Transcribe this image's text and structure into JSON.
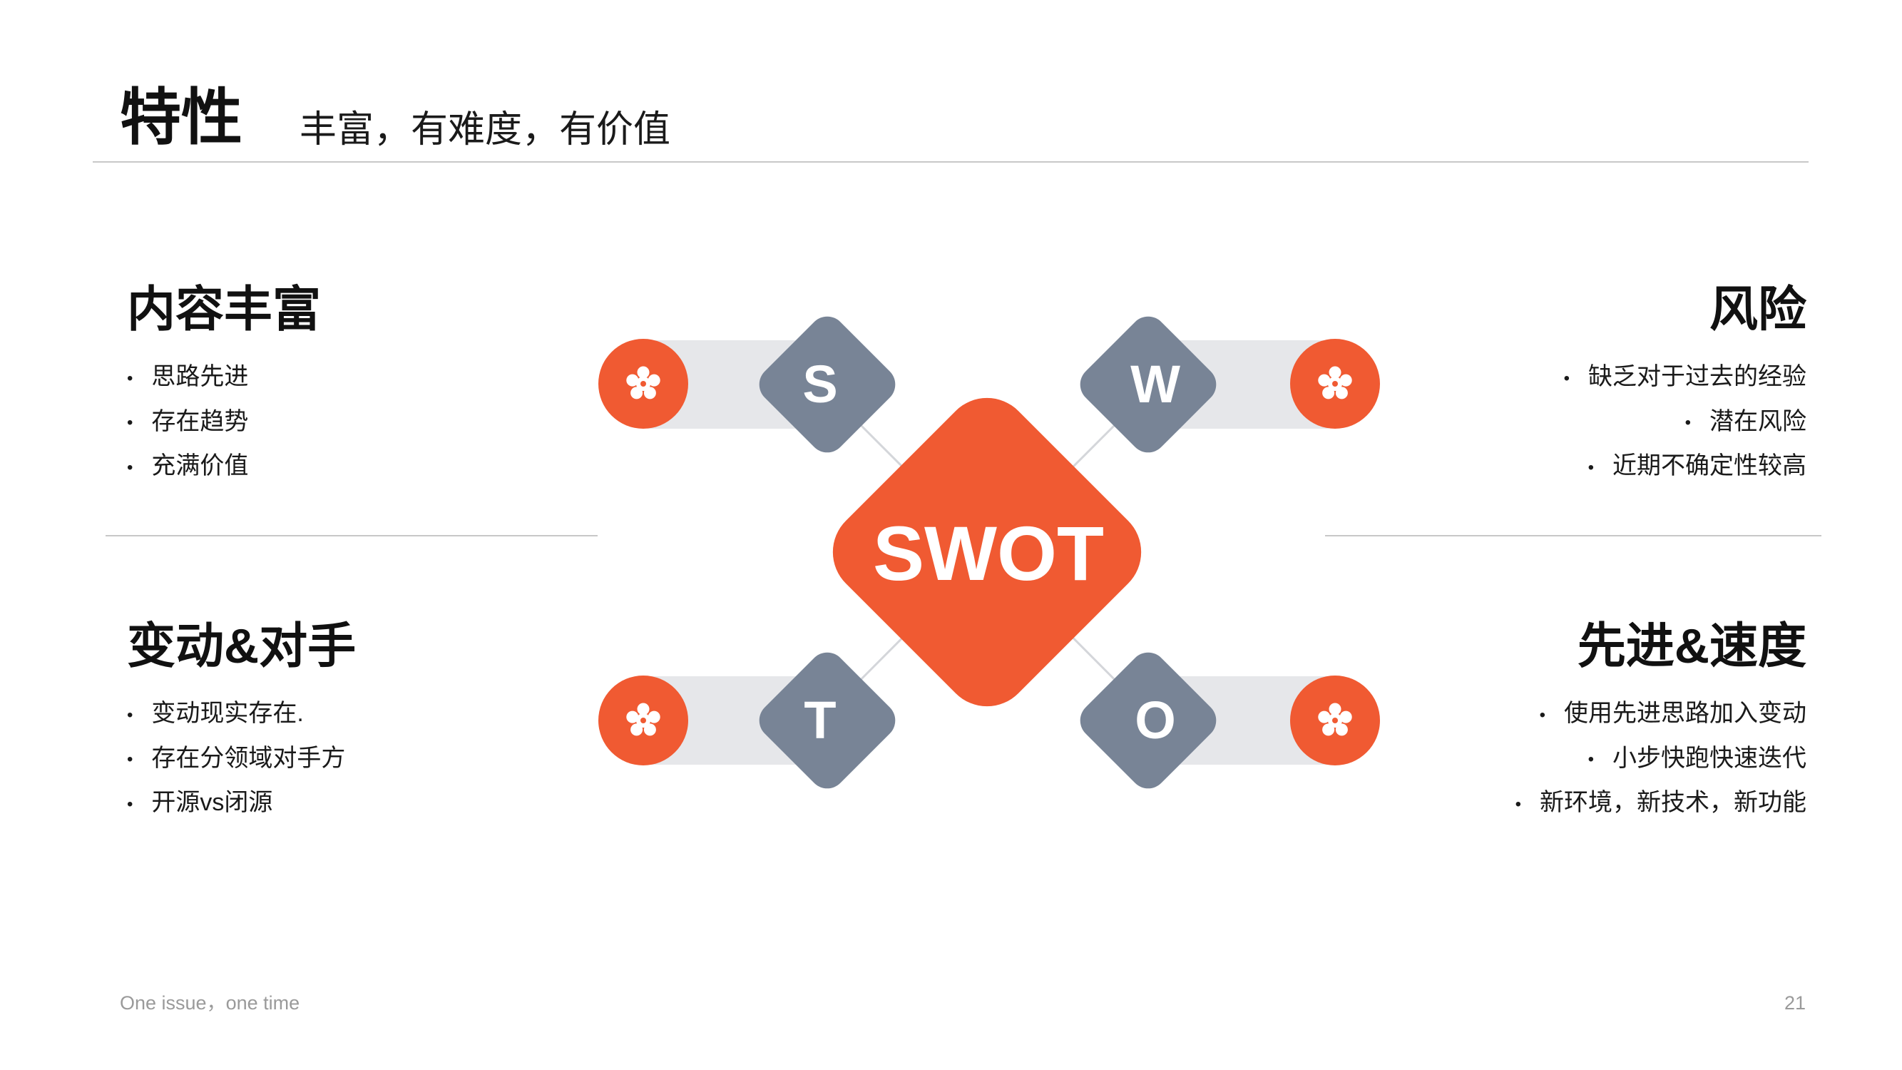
{
  "header": {
    "title": "特性",
    "subtitle": "丰富，有难度，有价值"
  },
  "diagram": {
    "center_label": "SWOT",
    "quadrants": {
      "s": {
        "letter": "S",
        "title": "内容丰富",
        "items": [
          "思路先进",
          "存在趋势",
          "充满价值"
        ]
      },
      "w": {
        "letter": "W",
        "title": "风险",
        "items": [
          "缺乏对于过去的经验",
          "潜在风险",
          "近期不确定性较高"
        ]
      },
      "t": {
        "letter": "T",
        "title": "变动&对手",
        "items": [
          "变动现实存在.",
          "存在分领域对手方",
          "开源vs闭源"
        ]
      },
      "o": {
        "letter": "O",
        "title": "先进&速度",
        "items": [
          "使用先进思路加入变动",
          "小步快跑快速迭代",
          "新环境，新技术，新功能"
        ]
      }
    },
    "icon": "flower-icon"
  },
  "footer": {
    "tagline": "One issue，one time",
    "page_number": "21"
  },
  "colors": {
    "accent": "#F05A32",
    "slate": "#788496",
    "track": "#E6E7EA",
    "rule": "#C8C8C8"
  }
}
